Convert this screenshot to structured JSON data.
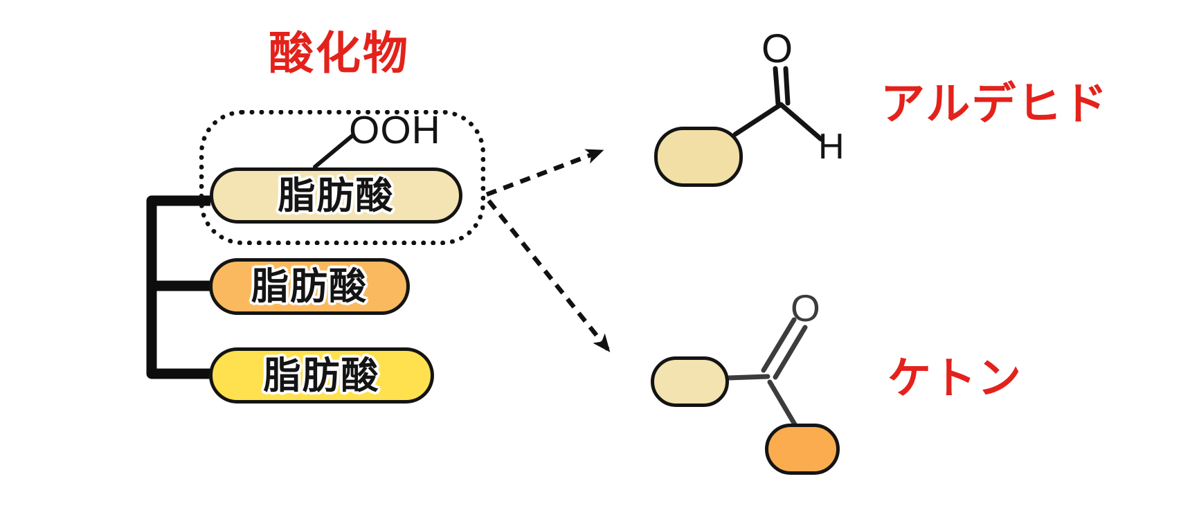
{
  "title": "酸化物",
  "source_group": {
    "hydroperoxide": "OOH",
    "pills": [
      {
        "label": "脂肪酸"
      },
      {
        "label": "脂肪酸"
      },
      {
        "label": "脂肪酸"
      }
    ]
  },
  "products": {
    "aldehyde": {
      "label": "アルデヒド",
      "oxygen": "O",
      "hydrogen": "H"
    },
    "ketone": {
      "label": "ケトン",
      "oxygen": "O"
    }
  },
  "colors": {
    "accent_red": "#E3221B",
    "ink_black": "#141414",
    "bond_gray": "#3C3C3C",
    "cream": "#F4E4B3",
    "cream_dark": "#F1DFA6",
    "orange": "#FBB95F",
    "orange_deep": "#FAAC4E",
    "yellow": "#FFE14F"
  }
}
